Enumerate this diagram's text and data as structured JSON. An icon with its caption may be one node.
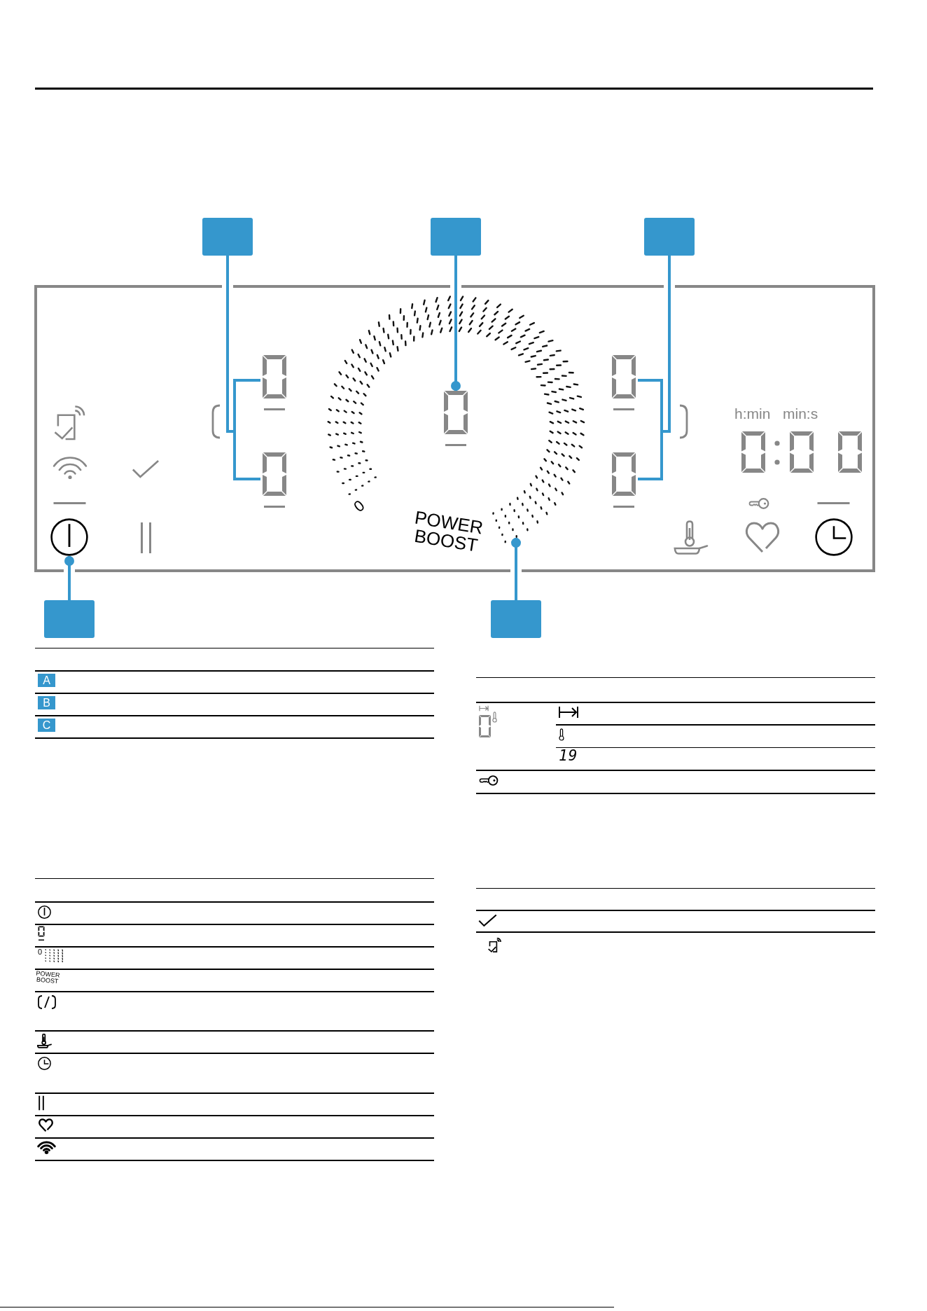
{
  "diagram": {
    "nodes": [
      {
        "text": [],
        "shape": "box"
      },
      {
        "text": [],
        "shape": "box"
      },
      {
        "text": [],
        "shape": "box"
      },
      {
        "text": [
          "h:min",
          "min:s",
          "0",
          "POWER BOOST"
        ]
      },
      {
        "text": [],
        "shape": "circle",
        "in": 3
      },
      {
        "text": [],
        "shape": "picture",
        "in": 3
      },
      {
        "text": [],
        "shape": "picture",
        "in": 3
      },
      {
        "text": [],
        "shape": "picture",
        "in": 3
      },
      {
        "text": [],
        "shape": "picture",
        "in": 3
      },
      {
        "text": [],
        "shape": "picture",
        "in": 3
      },
      {
        "text": [],
        "shape": "picture",
        "in": 3
      },
      {
        "text": [],
        "shape": "box"
      },
      {
        "text": [],
        "shape": "box"
      }
    ],
    "edges": [
      {
        "from": 0,
        "to": 5,
        "arrow": "none"
      },
      {
        "from": 0,
        "to": 6,
        "arrow": "none"
      },
      {
        "from": 1,
        "to": 7,
        "arrow": "other"
      },
      {
        "from": 2,
        "to": 9,
        "arrow": "none"
      },
      {
        "from": 2,
        "to": 10,
        "arrow": "none"
      },
      {
        "from": 11,
        "to": 4,
        "arrow": "other"
      },
      {
        "from": 12,
        "to": 8,
        "arrow": "other"
      }
    ],
    "labels": [
      "A",
      "B",
      "C",
      "19",
      "0",
      "POWER BOOST"
    ]
  }
}
